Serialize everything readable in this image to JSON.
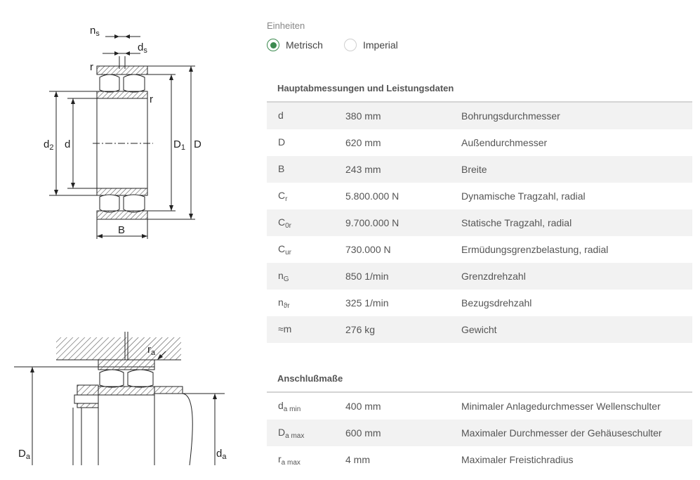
{
  "drawings": {
    "bearing_section": {
      "labels": {
        "ns": "n",
        "ns_sub": "s",
        "ds": "d",
        "ds_sub": "s",
        "r_top": "r",
        "r_right": "r",
        "d2": "d",
        "d2_sub": "2",
        "d": "d",
        "D1": "D",
        "D1_sub": "1",
        "D": "D",
        "B": "B"
      }
    },
    "mounting": {
      "labels": {
        "ra": "r",
        "ra_sub": "a",
        "Da": "D",
        "Da_sub": "a",
        "da": "d",
        "da_sub": "a"
      }
    }
  },
  "units": {
    "title": "Einheiten",
    "options": [
      {
        "label": "Metrisch",
        "checked": true
      },
      {
        "label": "Imperial",
        "checked": false
      }
    ]
  },
  "main_dimensions": {
    "title": "Hauptabmessungen und Leistungsdaten",
    "rows": [
      {
        "symbol": "d",
        "sub": "",
        "value": "380 mm",
        "description": "Bohrungsdurchmesser"
      },
      {
        "symbol": "D",
        "sub": "",
        "value": "620 mm",
        "description": "Außendurchmesser"
      },
      {
        "symbol": "B",
        "sub": "",
        "value": "243 mm",
        "description": "Breite"
      },
      {
        "symbol": "C",
        "sub": "r",
        "value": "5.800.000 N",
        "description": "Dynamische Tragzahl, radial"
      },
      {
        "symbol": "C",
        "sub": "0r",
        "value": "9.700.000 N",
        "description": "Statische Tragzahl, radial"
      },
      {
        "symbol": "C",
        "sub": "ur",
        "value": "730.000 N",
        "description": "Ermüdungsgrenzbelastung, radial"
      },
      {
        "symbol": "n",
        "sub": "G",
        "value": "850 1/min",
        "description": "Grenzdrehzahl"
      },
      {
        "symbol": "n",
        "sub": "ϑr",
        "value": "325 1/min",
        "description": "Bezugsdrehzahl"
      },
      {
        "symbol": "≈m",
        "sub": "",
        "value": "276 kg",
        "description": "Gewicht"
      }
    ]
  },
  "mounting_dimensions": {
    "title": "Anschlußmaße",
    "rows": [
      {
        "symbol": "d",
        "sub": "a min",
        "value": "400 mm",
        "description": "Minimaler Anlagedurchmesser Wellenschulter"
      },
      {
        "symbol": "D",
        "sub": "a max",
        "value": "600 mm",
        "description": "Maximaler Durchmesser der Gehäuseschulter"
      },
      {
        "symbol": "r",
        "sub": "a max",
        "value": "4 mm",
        "description": "Maximaler Freistichradius"
      }
    ]
  },
  "colors": {
    "accent": "#3c8a4f",
    "row_alt": "#f2f2f2",
    "rule": "#d4d4d4"
  }
}
